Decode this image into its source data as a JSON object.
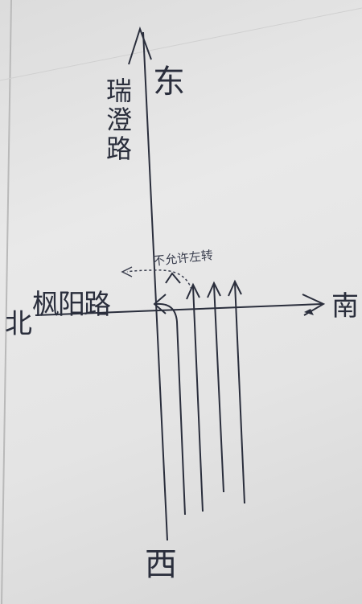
{
  "labels": {
    "east": "东",
    "west": "西",
    "north": "北",
    "south": "南",
    "vertical_road": "瑞澄路",
    "horizontal_road": "枫阳路",
    "note": "不允许左转"
  },
  "colors": {
    "paper": "#e6e6e6",
    "ink": "#2a2e3c"
  }
}
